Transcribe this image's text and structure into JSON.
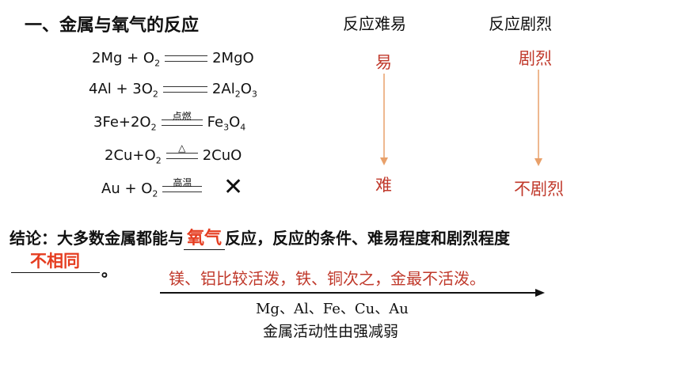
{
  "title": "一、金属与氧气的反应",
  "headers": {
    "difficulty": "反应难易",
    "intensity": "反应剧烈"
  },
  "reactions": [
    {
      "left_html": "2Mg + O<sub>2</sub>",
      "condition": "",
      "right_html": "2MgO"
    },
    {
      "left_html": "4Al + 3O<sub>2</sub>",
      "condition": "",
      "right_html": "2Al<sub>2</sub>O<sub>3</sub>"
    },
    {
      "left_html": "3Fe+2O<sub>2</sub>",
      "condition": "点燃",
      "right_html": "Fe<sub>3</sub>O<sub>4</sub>"
    },
    {
      "left_html": "2Cu+O<sub>2</sub>",
      "condition": "△",
      "right_html": "2CuO"
    },
    {
      "left_html": "Au + O<sub>2</sub>",
      "condition": "高温",
      "right_html": ""
    }
  ],
  "difficulty_scale": {
    "top": "易",
    "bottom": "难"
  },
  "intensity_scale": {
    "top": "剧烈",
    "bottom": "不剧烈"
  },
  "no_reaction_mark": "✕",
  "conclusion": {
    "prefix": "结论：大多数金属都能与",
    "blank1": "氧气",
    "middle": "反应，反应的条件、难易程度和剧烈程度",
    "blank2": "不相同",
    "suffix": "。"
  },
  "summary": "镁、铝比较活泼，铁、铜次之，金最不活泼。",
  "metal_series": "Mg、Al、Fe、Cu、Au",
  "activity_trend": "金属活动性由强减弱",
  "colors": {
    "answer": "#e53c1f",
    "annotation": "#c0392b",
    "arrow": "#e8a06a"
  }
}
